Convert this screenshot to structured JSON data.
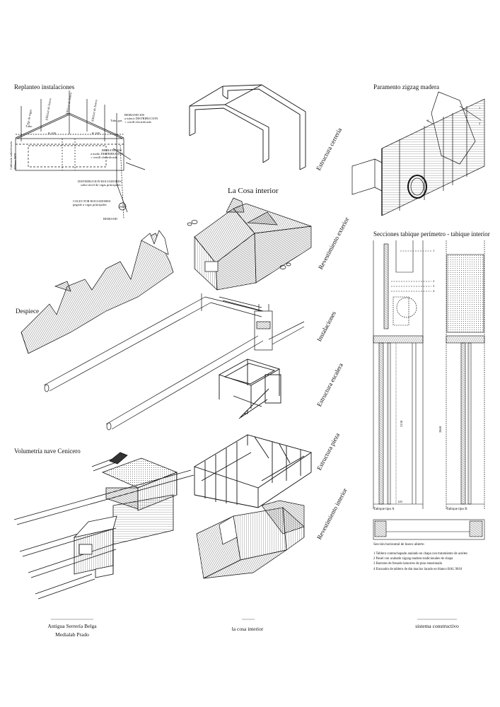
{
  "sheet": {
    "center_title": "La Cosa interior",
    "sections": {
      "replanteo": "Replanteo instalaciones",
      "paramento": "Paramento zigzag madera",
      "despiece": "Despiece",
      "secciones": "Secciones tabique perímetro - tabique interior",
      "volumetria": "Volumetría nave Cenicero"
    },
    "layers": {
      "estructura_cerrería": "Estructura cerrería",
      "revestimiento_exterior": "Revestimiento exterior",
      "instalaciones": "Instalaciones",
      "estructura_escalera": "Estructura escalera",
      "estructura_pieza": "Estructura pieza",
      "revestimiento_interior": "Revestimiento interior"
    },
    "replanteo_labels": {
      "eje_vigas": "Eje de vigas",
      "alfeizar_hueco_1": "Alféizar de hueco",
      "alfeizar_hueco_2": "Alféizar de hueco",
      "alfeizar_hueco_3": "Alféizar de hueco",
      "tubo": "Tubo",
      "r100_a": "R 100",
      "r100_b": "R 100",
      "reiband_1": "REIBAND 300",
      "reiband_1b": "a tubo/a DISTRIBUCION",
      "reiband_1c": "+ cerrill electrificado",
      "reiband_2": "REIBAND 300",
      "reiband_2b": "a modo DISTRIBUCION",
      "reiband_2c": "+ cerrill electrificado",
      "tubo_gas": "Tubo gas",
      "distribucion": "DISTRIBUCION ROCIADORES",
      "distribucion_b": "sobre nivel de vigas principales",
      "colector": "COLECTOR ROCIADORES",
      "colector_b": "pegado a vigas principales",
      "reiband_3": "REIBAND",
      "cota_2900": "2900",
      "left_vert_1": "Cableado sobrelevado",
      "left_vert_2": "200mm NPT"
    },
    "paramento_markers": [
      "1",
      "2",
      "3",
      "4"
    ],
    "section_labels": {
      "m1": "1",
      "m2": "2",
      "m3": "3",
      "m4": "4",
      "dim_a": "3150",
      "dim_b": "2860",
      "dim_c": "120",
      "tabique_a": "Tabique tipo A",
      "tabique_b": "Tabique tipo B",
      "seccion_horizontal": "Sección horizontal de hueco abierto"
    },
    "legend": [
      "1   Tablero contrachapado anulado en chapa con tratamiento de aceites",
      "2   Panel con acabado zigzag madera tradicionales de chapa",
      "3   Barrotes de fresado lamorres de pino entarimado",
      "4   Encuadro de tablero de dm macizo lacado en blanco RAL 9010"
    ],
    "footer": {
      "left_1": "Antigua Serrería Belga",
      "left_2": "Medialab Prado",
      "center": "la cosa interior",
      "right": "sistema constructivo"
    }
  }
}
